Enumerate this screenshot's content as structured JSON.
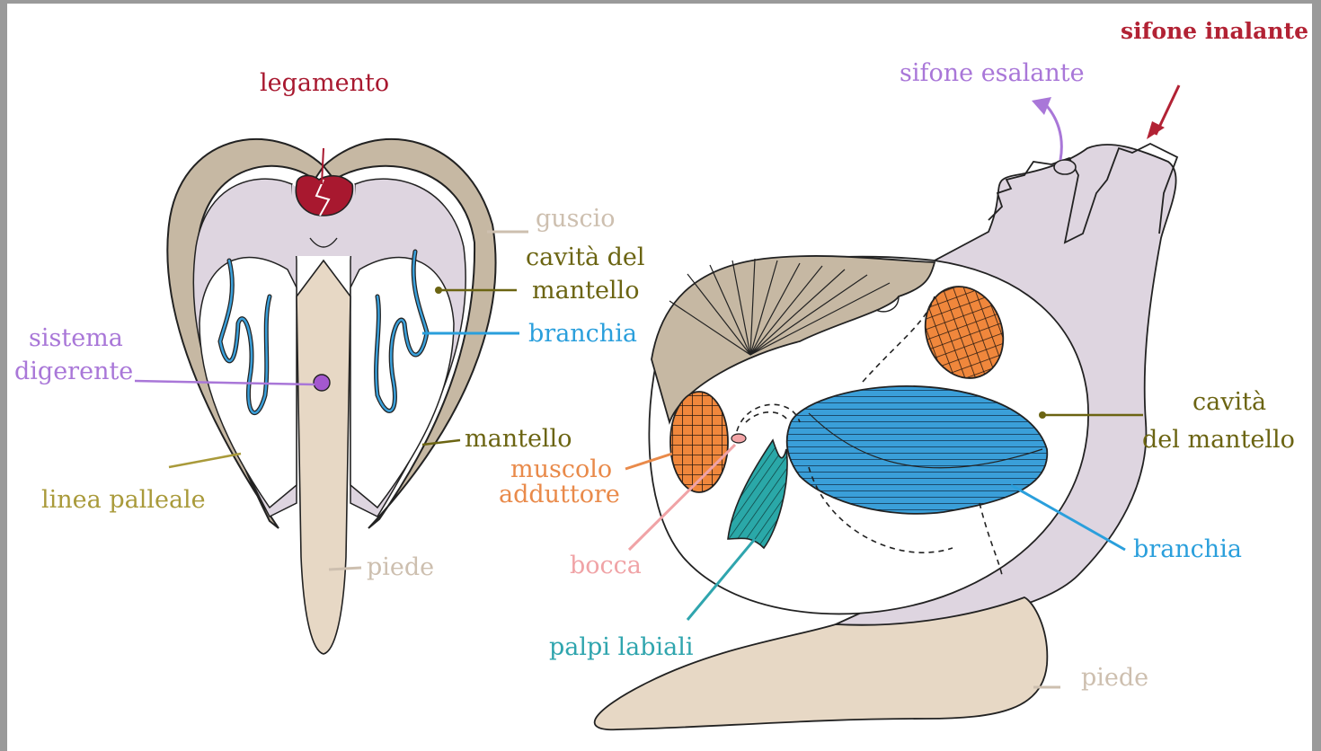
{
  "colors": {
    "shell": "#c6b8a3",
    "mantle": "#ded5e0",
    "foot": "#e7d8c5",
    "gill": "#3a9fd9",
    "muscle": "#f0873c",
    "palps": "#2aa8a8",
    "ligament": "#a8182f",
    "digestive": "#a458cf",
    "mouth": "#f3a4a6",
    "label_red": "#b22234",
    "label_purple": "#a977d8",
    "label_olive": "#6b6412",
    "label_blue": "#2a9fdc",
    "label_orange": "#e98a4a",
    "label_pink": "#f0a3a6",
    "label_teal": "#2fa5ae",
    "label_beige": "#cdbfaf",
    "label_yellowish": "#a99a3a"
  },
  "cross_section": {
    "legamento": "legamento",
    "guscio": "guscio",
    "cavita_mantello": [
      "cavità del",
      "mantello"
    ],
    "branchia": "branchia",
    "sistema_digerente": [
      "sistema",
      "digerente"
    ],
    "mantello": "mantello",
    "linea_palleale": "linea palleale",
    "piede": "piede"
  },
  "side_view": {
    "sifone_inalante": "sifone inalante",
    "sifone_esalante": "sifone esalante",
    "cavita_mantello": [
      "cavità",
      "del mantello"
    ],
    "muscolo_adduttore": [
      "muscolo",
      "adduttore"
    ],
    "bocca": "bocca",
    "branchia": "branchia",
    "palpi_labiali": "palpi labiali",
    "piede": "piede"
  }
}
